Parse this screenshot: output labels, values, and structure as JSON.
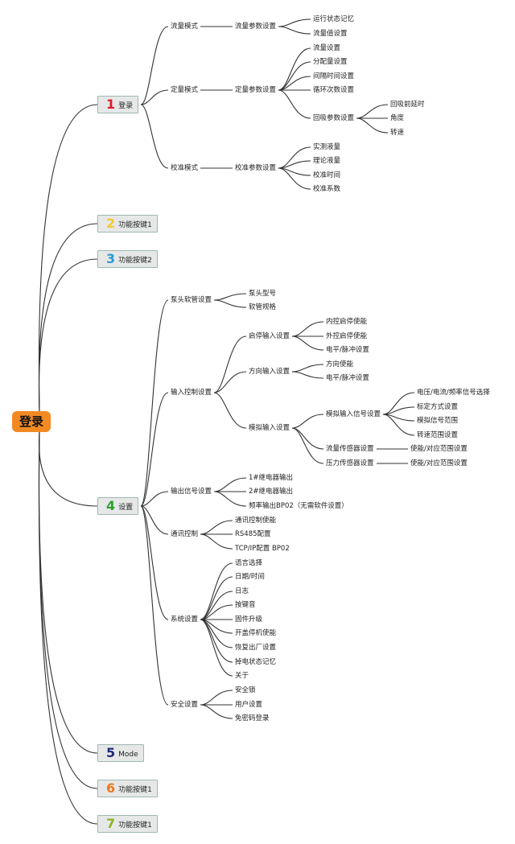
{
  "root": {
    "label": "登录",
    "color": "#f28a24"
  },
  "branches": [
    {
      "num": "1",
      "label": "登录",
      "num_color": "#d81e2a",
      "children": [
        {
          "label": "流量模式",
          "children": [
            {
              "label": "流量参数设置",
              "children": [
                {
                  "label": "运行状态记忆"
                },
                {
                  "label": "流量值设置"
                }
              ]
            }
          ]
        },
        {
          "label": "定量模式",
          "children": [
            {
              "label": "定量参数设置",
              "children": [
                {
                  "label": "流量设置"
                },
                {
                  "label": "分配量设置"
                },
                {
                  "label": "间隔时间设置"
                },
                {
                  "label": "循环次数设置"
                },
                {
                  "label": "回吸参数设置",
                  "children": [
                    {
                      "label": "回吸前延时"
                    },
                    {
                      "label": "角度"
                    },
                    {
                      "label": "转速"
                    }
                  ]
                }
              ]
            }
          ]
        },
        {
          "label": "校准模式",
          "children": [
            {
              "label": "校准参数设置",
              "children": [
                {
                  "label": "实测液量"
                },
                {
                  "label": "理论液量"
                },
                {
                  "label": "校准时间"
                },
                {
                  "label": "校准系数"
                }
              ]
            }
          ]
        }
      ]
    },
    {
      "num": "2",
      "label": "功能按键1",
      "num_color": "#f5c92e"
    },
    {
      "num": "3",
      "label": "功能按键2",
      "num_color": "#2a9ad8"
    },
    {
      "num": "4",
      "label": "设置",
      "num_color": "#2ea12e",
      "children": [
        {
          "label": "泵头软管设置",
          "children": [
            {
              "label": "泵头型号"
            },
            {
              "label": "软管规格"
            }
          ]
        },
        {
          "label": "输入控制设置",
          "children": [
            {
              "label": "启停输入设置",
              "children": [
                {
                  "label": "内控启停使能"
                },
                {
                  "label": "外控启停使能"
                },
                {
                  "label": "电平/脉冲设置"
                }
              ]
            },
            {
              "label": "方向输入设置",
              "children": [
                {
                  "label": "方向使能"
                },
                {
                  "label": "电平/脉冲设置"
                }
              ]
            },
            {
              "label": "模拟输入设置",
              "children": [
                {
                  "label": "模拟输入信号设置",
                  "children": [
                    {
                      "label": "电压/电流/频率信号选择"
                    },
                    {
                      "label": "标定方式设置"
                    },
                    {
                      "label": "模拟信号范围"
                    },
                    {
                      "label": "转速范围设置"
                    }
                  ]
                },
                {
                  "label": "流量传感器设置",
                  "children": [
                    {
                      "label": "使能/对应范围设置"
                    }
                  ]
                },
                {
                  "label": "压力传感器设置",
                  "children": [
                    {
                      "label": "使能/对应范围设置"
                    }
                  ]
                }
              ]
            }
          ]
        },
        {
          "label": "输出信号设置",
          "children": [
            {
              "label": "1#继电器输出"
            },
            {
              "label": "2#继电器输出"
            },
            {
              "label": "频率输出BP02（无需软件设置）"
            }
          ]
        },
        {
          "label": "通讯控制",
          "children": [
            {
              "label": "通讯控制使能"
            },
            {
              "label": "RS485配置"
            },
            {
              "label": "TCP/IP配置 BP02"
            }
          ]
        },
        {
          "label": "系统设置",
          "children": [
            {
              "label": "语言选择"
            },
            {
              "label": "日期/时间"
            },
            {
              "label": "日志"
            },
            {
              "label": "按键音"
            },
            {
              "label": "固件升级"
            },
            {
              "label": "开盖停机使能"
            },
            {
              "label": "恢复出厂设置"
            },
            {
              "label": "掉电状态记忆"
            },
            {
              "label": "关于"
            }
          ]
        },
        {
          "label": "安全设置",
          "children": [
            {
              "label": "安全锁"
            },
            {
              "label": "用户设置"
            },
            {
              "label": "免密码登录"
            }
          ]
        }
      ]
    },
    {
      "num": "5",
      "label": "Mode",
      "num_color": "#1f2a7a"
    },
    {
      "num": "6",
      "label": "功能按键1",
      "num_color": "#f0781e"
    },
    {
      "num": "7",
      "label": "功能按键1",
      "num_color": "#8ab51e"
    }
  ]
}
